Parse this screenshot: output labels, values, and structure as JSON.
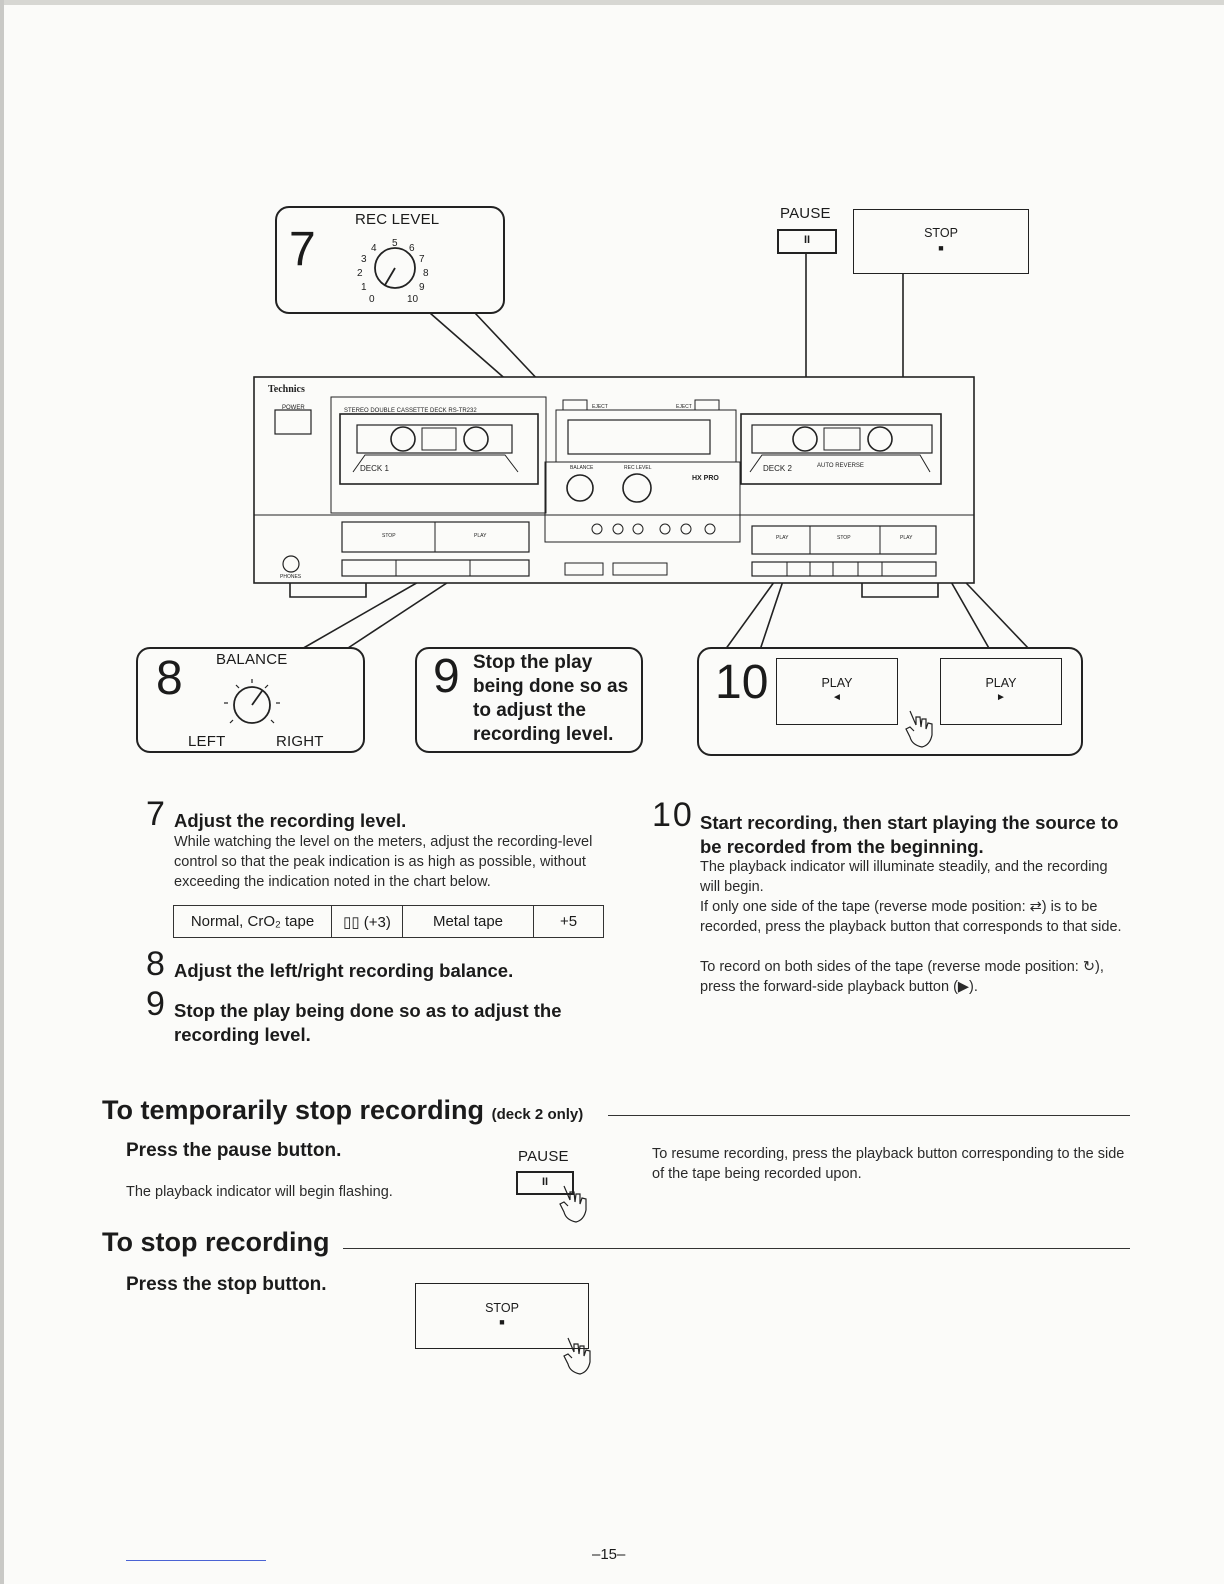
{
  "diagram": {
    "callout7": {
      "number": "7",
      "label": "REC LEVEL",
      "dial_numbers": [
        "0",
        "1",
        "2",
        "3",
        "4",
        "5",
        "6",
        "7",
        "8",
        "9",
        "10"
      ]
    },
    "callout8": {
      "number": "8",
      "label": "BALANCE",
      "left": "LEFT",
      "right": "RIGHT"
    },
    "callout9": {
      "number": "9",
      "text": "Stop the play being done so as to adjust the recording level."
    },
    "callout10": {
      "number": "10",
      "play_rev": "PLAY",
      "play_fwd": "PLAY",
      "glyph_rev": "◄",
      "glyph_fwd": "►"
    },
    "pause_label": "PAUSE",
    "pause_glyph": "II",
    "stop_label": "STOP",
    "stop_glyph": "■",
    "deck": {
      "brand": "Technics",
      "power": "POWER",
      "model": "STEREO DOUBLE CASSETTE DECK  RS-TR232",
      "deck1": "DECK 1",
      "deck2": "DECK 2",
      "auto_reverse": "AUTO  REVERSE",
      "eject": "EJECT",
      "balance": "BALANCE",
      "rec_level": "REC LEVEL",
      "hxpro": "HX PRO",
      "phones": "PHONES",
      "stop": "STOP",
      "play": "PLAY"
    }
  },
  "steps": {
    "s7": {
      "num": "7",
      "head": "Adjust the recording level.",
      "body": "While watching the level on the meters, adjust the recording-level control so that the peak indication is as high as possible, without exceeding the indication noted in the chart below."
    },
    "chart": {
      "c1": "Normal, CrO₂ tape",
      "c2": "▯▯ (+3)",
      "c3": "Metal tape",
      "c4": "+5"
    },
    "s8": {
      "num": "8",
      "head": "Adjust the left/right recording balance."
    },
    "s9": {
      "num": "9",
      "head": "Stop the play being done so as to adjust the recording level."
    },
    "s10": {
      "num": "10",
      "head": "Start recording, then start playing the source to be recorded from the beginning.",
      "p1": "The playback indicator will illuminate steadily, and the recording will begin.",
      "p2": "If only one side of the tape (reverse mode position: ⇄) is to be recorded, press the playback button that corresponds to that side.",
      "p3": "To record on both sides of the tape (reverse mode position: ↻), press the forward-side playback button (▶)."
    }
  },
  "pause_section": {
    "title": "To temporarily stop recording",
    "sub": "(deck 2 only)",
    "instruction": "Press the pause button.",
    "note": "The playback indicator will begin flashing.",
    "button_label": "PAUSE",
    "button_glyph": "II",
    "resume": "To resume recording, press the playback button corresponding to the side of the tape being recorded upon."
  },
  "stop_section": {
    "title": "To stop recording",
    "instruction": "Press the stop button.",
    "button_label": "STOP",
    "button_glyph": "■"
  },
  "page_number": "–15–"
}
